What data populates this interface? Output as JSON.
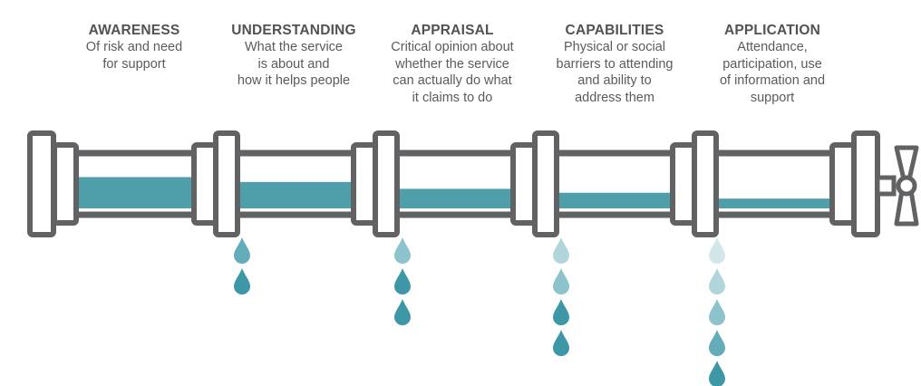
{
  "stages": [
    {
      "title": "AWARENESS",
      "description": "Of risk and need\nfor support",
      "fill_level": 0.64,
      "leak_drops": 0
    },
    {
      "title": "UNDERSTANDING",
      "description": "What the service\nis about and\nhow it helps people",
      "fill_level": 0.54,
      "leak_drops": 2
    },
    {
      "title": "APPRAISAL",
      "description": "Critical opinion about\nwhether the service\ncan actually do what\nit claims to do",
      "fill_level": 0.4,
      "leak_drops": 3
    },
    {
      "title": "CAPABILITIES",
      "description": "Physical or social\nbarriers to attending\nand ability to\naddress them",
      "fill_level": 0.32,
      "leak_drops": 4
    },
    {
      "title": "APPLICATION",
      "description": "Attendance,\nparticipation, use\nof information and\nsupport",
      "fill_level": 0.2,
      "leak_drops": 5
    }
  ],
  "colors": {
    "pipe_outline": "#616264",
    "water": "#4f9fab",
    "background": "#ffffff",
    "drop_shades": [
      "#d3e7ea",
      "#b0d6dc",
      "#8cc3cc",
      "#62adb9",
      "#3d97a6"
    ]
  },
  "icons": {
    "valve": "tap-valve-icon",
    "drop": "water-drop-icon"
  }
}
